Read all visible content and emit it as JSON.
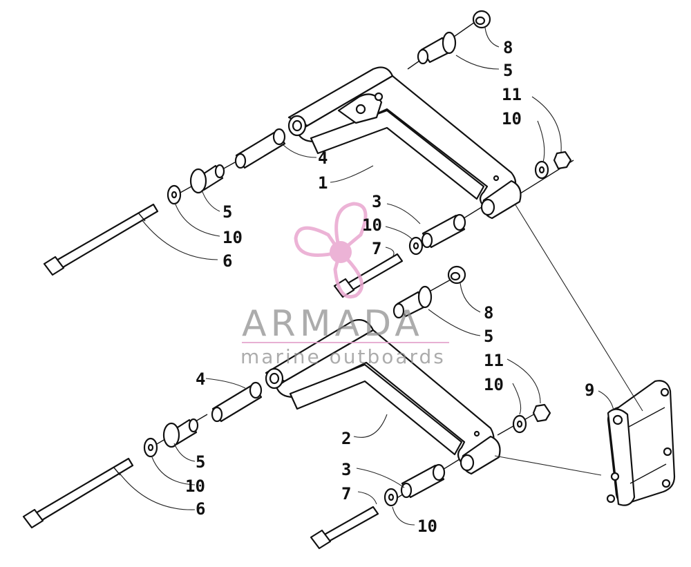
{
  "callouts": [
    {
      "id": "c1",
      "text": "8"
    },
    {
      "id": "c2",
      "text": "5"
    },
    {
      "id": "c3",
      "text": "11"
    },
    {
      "id": "c4",
      "text": "10"
    },
    {
      "id": "c5",
      "text": "4"
    },
    {
      "id": "c6",
      "text": "1"
    },
    {
      "id": "c7",
      "text": "5"
    },
    {
      "id": "c8",
      "text": "10"
    },
    {
      "id": "c9",
      "text": "6"
    },
    {
      "id": "c10",
      "text": "3"
    },
    {
      "id": "c11",
      "text": "10"
    },
    {
      "id": "c12",
      "text": "7"
    },
    {
      "id": "c13",
      "text": "8"
    },
    {
      "id": "c14",
      "text": "5"
    },
    {
      "id": "c15",
      "text": "11"
    },
    {
      "id": "c16",
      "text": "10"
    },
    {
      "id": "c17",
      "text": "9"
    },
    {
      "id": "c18",
      "text": "4"
    },
    {
      "id": "c19",
      "text": "2"
    },
    {
      "id": "c20",
      "text": "5"
    },
    {
      "id": "c21",
      "text": "10"
    },
    {
      "id": "c22",
      "text": "3"
    },
    {
      "id": "c23",
      "text": "7"
    },
    {
      "id": "c24",
      "text": "6"
    },
    {
      "id": "c25",
      "text": "10"
    }
  ],
  "watermark": {
    "brand": "ARMADA",
    "tagline": "marine outboards",
    "logo_color": "#e9a6cf",
    "text_color": "#8c8c8c",
    "rule_color": "#e3a3cc"
  },
  "colors": {
    "line": "#111111",
    "background": "#ffffff"
  }
}
